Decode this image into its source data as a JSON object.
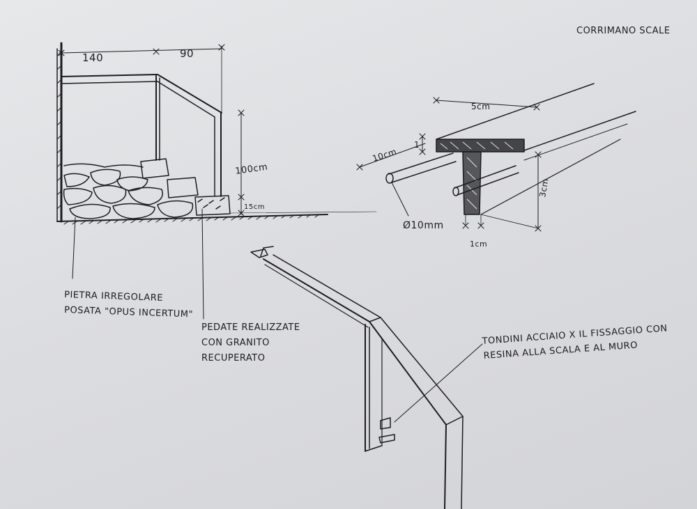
{
  "sheet": {
    "title": "CORRIMANO SCALE"
  },
  "section": {
    "dim_140": "140",
    "dim_90": "90",
    "dim_100cm": "100cm",
    "dim_15cm": "15cm",
    "note_stone_line1": "PIETRA IRREGOLARE",
    "note_stone_line2": "POSATA \"OPUS INCERTUM\"",
    "note_steps_line1": "PEDATE REALIZZATE",
    "note_steps_line2": "CON GRANITO",
    "note_steps_line3": "RECUPERATO"
  },
  "detail": {
    "dim_5cm": "5cm",
    "dim_1": "1",
    "dim_10cm": "10cm",
    "dim_diam": "Ø10mm",
    "dim_3cm": "3cm",
    "dim_1cm": "1cm"
  },
  "perspective": {
    "note_line1": "TONDINI ACCIAIO X IL FISSAGGIO CON",
    "note_line2": "RESINA ALLA SCALA E AL MURO"
  }
}
